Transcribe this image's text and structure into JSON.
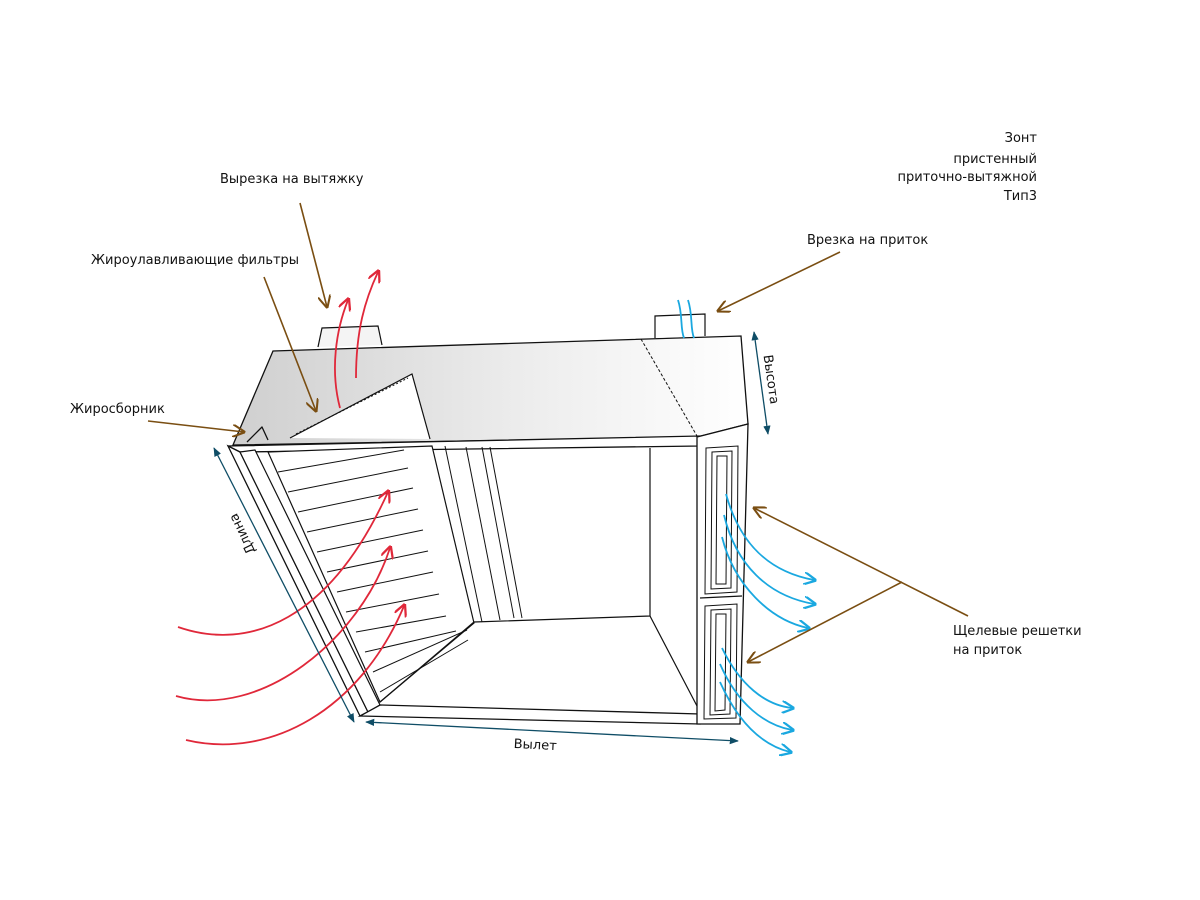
{
  "title": {
    "lines": [
      "Зонт",
      "пристенный",
      "приточно-вытяжной",
      "Тип3"
    ]
  },
  "labels": {
    "exhaust_cutout": "Вырезка на вытяжку",
    "grease_filters": "Жироулавливающие фильтры",
    "grease_collector": "Жиросборник",
    "supply_inlet": "Врезка на приток",
    "slot_grilles_line1": "Щелевые решетки",
    "slot_grilles_line2": "на приток"
  },
  "dimensions": {
    "length": "Длина",
    "height": "Высота",
    "overhang": "Вылет"
  },
  "colors": {
    "leader": "#7a4e12",
    "exhaust_flow": "#e0283a",
    "supply_flow": "#1aa8e0",
    "dimension": "#0f4d66",
    "outline": "#111111",
    "top_shade": "#d4d4d4"
  }
}
